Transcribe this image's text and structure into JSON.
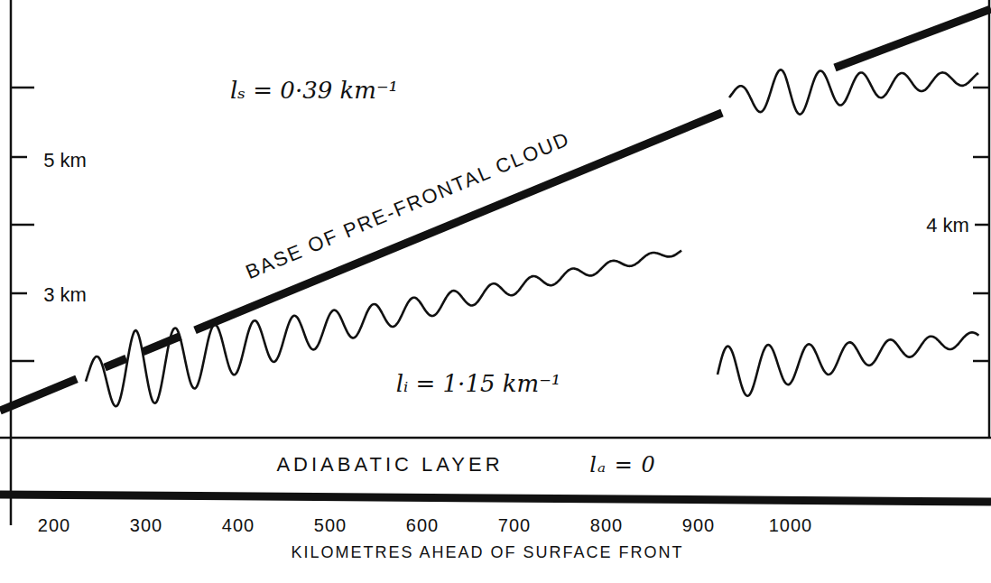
{
  "diagram": {
    "nodes": [
      {
        "text": [
          "ADIABATIC LAYER",
          "lₐ = 0"
        ]
      }
    ],
    "labels": [
      "lₛ = 0·39 km⁻¹",
      "5 km",
      "BASE OF PRE-FRONTAL CLOUD",
      "4 km",
      "3 km",
      "lᵢ = 1·15 km⁻¹",
      "200",
      "300",
      "400",
      "500",
      "600",
      "700",
      "800",
      "900",
      "1000",
      "KILOMETRES AHEAD OF SURFACE FRONT"
    ]
  }
}
